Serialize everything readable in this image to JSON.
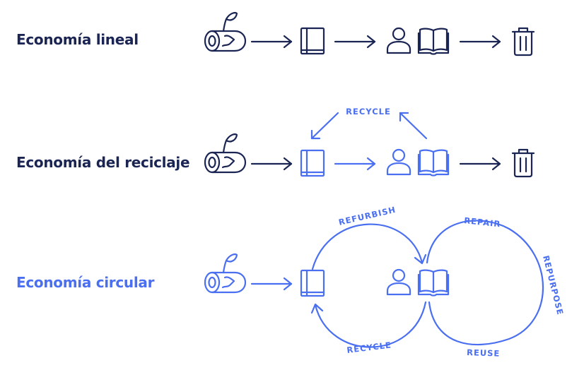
{
  "rows": {
    "linear": {
      "title": "Economía lineal"
    },
    "recycling": {
      "title": "Economía del reciclaje",
      "loop_label": "RECYCLE"
    },
    "circular": {
      "title": "Economía circular",
      "labels": {
        "refurbish": "REFURBISH",
        "recycle": "RECYCLE",
        "repair": "REPAIR",
        "repurpose": "REPURPOSE",
        "reuse": "REUSE"
      }
    }
  },
  "icons": [
    "log-icon",
    "book-icon",
    "person-icon",
    "open-book-icon",
    "trash-can-icon"
  ],
  "colors": {
    "dark": "#1b2553",
    "blue": "#4a6ff0"
  }
}
